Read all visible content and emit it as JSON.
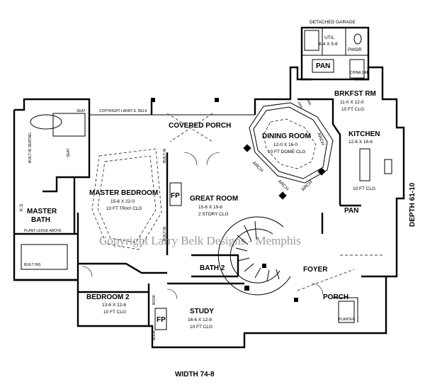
{
  "rooms": {
    "detached_garage": "DETACHED GARAGE",
    "util": "UTIL",
    "util_dims": "8-4 X 5-6",
    "pwdr": "PWDR",
    "pan_top": "PAN",
    "china_cab": "CHINA CAB",
    "pan_left_a": "PAN",
    "pan_left_b": "PAN",
    "brkfst": "BRKFST RM",
    "brkfst_dims": "11-0 X 12-0",
    "brkfst_clg": "10 FT CLG",
    "seat_top": "SEAT",
    "copyright_small": "COPYRIGHT LARRY E. BELK",
    "covered_porch": "COVERED PORCH",
    "dining": "DINING ROOM",
    "dining_dims": "12-0 X 16-0",
    "dining_clg": "10 FT DOME CLG",
    "kitchen": "KITCHEN",
    "kitchen_dims": "12-6 X 16-6",
    "kitchen_clg": "10 FT CLG",
    "master_bed": "MASTER BEDROOM",
    "master_bed_dims": "15-6 X 22-0",
    "master_bed_clg": "10 FT TRAY CLG",
    "great_room": "GREAT ROOM",
    "great_room_dims": "15-6 X 19-6",
    "great_room_clg": "2 STORY CLG",
    "fp1": "FP",
    "fp2": "FP",
    "arch1": "ARCH",
    "arch2": "ARCH",
    "arch3": "ARCH",
    "arch4": "ARCH",
    "built_in_1": "BUILT IN",
    "built_in_2": "BUILT IN",
    "built_ins": "BUILT INS",
    "seat_left": "SEAT",
    "built_in_seating": "BUILT IN SEATING",
    "master_bath": "MASTER",
    "master_bath_2": "BATH",
    "ks": "K.S",
    "plant_ledge": "PLANT LEDGE ABOVE",
    "pan_right": "PAN",
    "bath2": "BATH 2",
    "foyer": "FOYER",
    "bedroom2": "BEDROOM 2",
    "bedroom2_dims": "13-6 X 12-6",
    "bedroom2_clg": "10 FT CLG",
    "study": "STUDY",
    "study_dims": "16-6 X 12-8",
    "study_clg": "10 FT CLG",
    "porch": "PORCH",
    "planter": "PLANTER",
    "book_1": "BOOK",
    "book_2": "BOOK"
  },
  "dimensions": {
    "width": "WIDTH 74-8",
    "depth": "DEPTH 61-10"
  },
  "watermark": "Copyright Larry Belk Designs - Memphis"
}
